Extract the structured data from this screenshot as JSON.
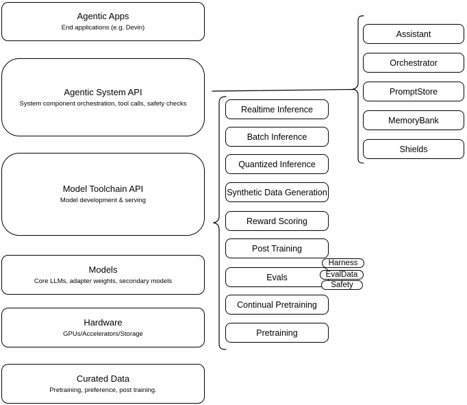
{
  "diagram": {
    "title": "Agentic system architecture diagram",
    "colors": {
      "stroke": "#000000",
      "fill": "#ffffff",
      "text": "#000000",
      "background": "#ffffff"
    },
    "left_column": [
      {
        "title": "Agentic Apps",
        "subtitle": "End applications (e.g. Devin)"
      },
      {
        "title": "Agentic System API",
        "subtitle": "System component orchestration, tool calls, safety checks"
      },
      {
        "title": "Model Toolchain API",
        "subtitle": "Model development & serving"
      },
      {
        "title": "Models",
        "subtitle": "Core LLMs, adapter weights, secondary models"
      },
      {
        "title": "Hardware",
        "subtitle": "GPUs/Accelerators/Storage"
      },
      {
        "title": "Curated Data",
        "subtitle": "Pretraining, preference, post training."
      }
    ],
    "toolchain_items": [
      "Realtime Inference",
      "Batch Inference",
      "Quantized Inference",
      "Synthetic Data Generation",
      "Reward Scoring",
      "Post Training",
      "Evals",
      "Continual Pretraining",
      "Pretraining"
    ],
    "eval_tags": [
      "Harness",
      "EvalData",
      "Safety"
    ],
    "system_components": [
      "Assistant",
      "Orchestrator",
      "PromptStore",
      "MemoryBank",
      "Shields"
    ]
  }
}
